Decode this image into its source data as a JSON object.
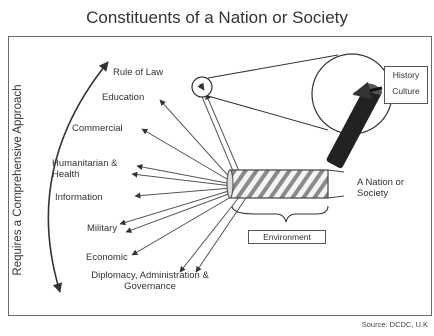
{
  "title": "Constituents of a Nation or Society",
  "side_label": "Requires a Comprehensive Approach",
  "constituents": [
    {
      "id": "rule-of-law",
      "label": "Rule of Law"
    },
    {
      "id": "education",
      "label": "Education"
    },
    {
      "id": "commercial",
      "label": "Commercial"
    },
    {
      "id": "humanitarian",
      "label": "Humanitarian & Health"
    },
    {
      "id": "information",
      "label": "Information"
    },
    {
      "id": "military",
      "label": "Military"
    },
    {
      "id": "economic",
      "label": "Economic"
    },
    {
      "id": "diplomacy",
      "label": "Diplomacy, Administration & Governance"
    }
  ],
  "nation_label": "A Nation or Society",
  "environment_label": "Environment",
  "zoom_labels": {
    "history": "History",
    "culture": "Culture"
  },
  "source": "Source: DCDC, U.K"
}
